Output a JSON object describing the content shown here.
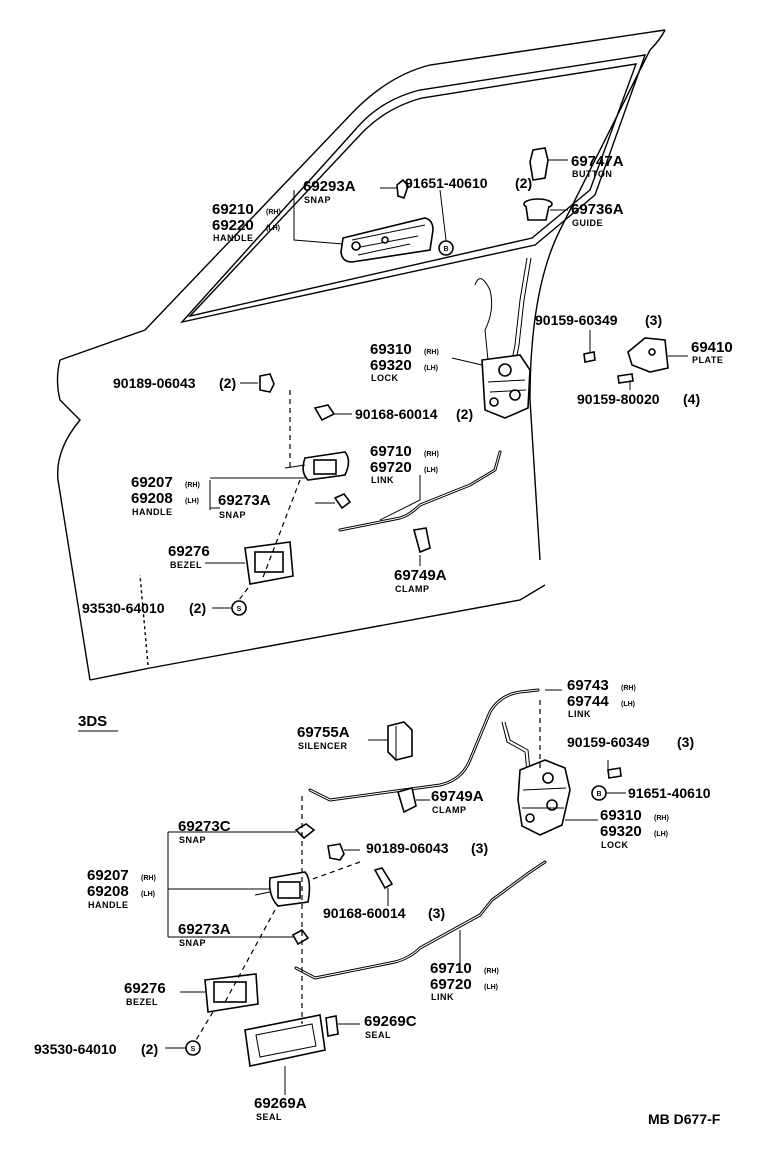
{
  "top": {
    "p69293A": {
      "pn": "69293A",
      "name": "SNAP"
    },
    "p91651_40610": {
      "pn": "91651-40610",
      "qty": "(2)"
    },
    "p69747A": {
      "pn": "69747A",
      "name": "BUTTON"
    },
    "p69736A": {
      "pn": "69736A",
      "name": "GUIDE"
    },
    "p69210": {
      "pn1": "69210",
      "sfx1": "(RH)",
      "pn2": "69220",
      "sfx2": "(LH)",
      "name": "HANDLE"
    },
    "p90159_60349": {
      "pn": "90159-60349",
      "qty": "(3)"
    },
    "p69410": {
      "pn": "69410",
      "name": "PLATE"
    },
    "p90159_80020": {
      "pn": "90159-80020",
      "qty": "(4)"
    },
    "p69310": {
      "pn1": "69310",
      "sfx1": "(RH)",
      "pn2": "69320",
      "sfx2": "(LH)",
      "name": "LOCK"
    },
    "p90189_06043": {
      "pn": "90189-06043",
      "qty": "(2)"
    },
    "p90168_60014": {
      "pn": "90168-60014",
      "qty": "(2)"
    },
    "p69710": {
      "pn1": "69710",
      "sfx1": "(RH)",
      "pn2": "69720",
      "sfx2": "(LH)",
      "name": "LINK"
    },
    "p69207": {
      "pn1": "69207",
      "sfx1": "(RH)",
      "pn2": "69208",
      "sfx2": "(LH)",
      "name": "HANDLE"
    },
    "p69273A": {
      "pn": "69273A",
      "name": "SNAP"
    },
    "p69276": {
      "pn": "69276",
      "name": "BEZEL"
    },
    "p69749A": {
      "pn": "69749A",
      "name": "CLAMP"
    },
    "p93530_64010": {
      "pn": "93530-64010",
      "qty": "(2)"
    }
  },
  "bottom": {
    "section_label": "3DS",
    "p69743": {
      "pn1": "69743",
      "sfx1": "(RH)",
      "pn2": "69744",
      "sfx2": "(LH)",
      "name": "LINK"
    },
    "p69755A": {
      "pn": "69755A",
      "name": "SILENCER"
    },
    "p90159_60349": {
      "pn": "90159-60349",
      "qty": "(3)"
    },
    "p69749A": {
      "pn": "69749A",
      "name": "CLAMP"
    },
    "p91651_40610": {
      "pn": "91651-40610"
    },
    "p69310": {
      "pn1": "69310",
      "sfx1": "(RH)",
      "pn2": "69320",
      "sfx2": "(LH)",
      "name": "LOCK"
    },
    "p69273C": {
      "pn": "69273C",
      "name": "SNAP"
    },
    "p90189_06043": {
      "pn": "90189-06043",
      "qty": "(3)"
    },
    "p69207": {
      "pn1": "69207",
      "sfx1": "(RH)",
      "pn2": "69208",
      "sfx2": "(LH)",
      "name": "HANDLE"
    },
    "p90168_60014": {
      "pn": "90168-60014",
      "qty": "(3)"
    },
    "p69273A": {
      "pn": "69273A",
      "name": "SNAP"
    },
    "p69710": {
      "pn1": "69710",
      "sfx1": "(RH)",
      "pn2": "69720",
      "sfx2": "(LH)",
      "name": "LINK"
    },
    "p69276": {
      "pn": "69276",
      "name": "BEZEL"
    },
    "p69269C": {
      "pn": "69269C",
      "name": "SEAL"
    },
    "p93530_64010": {
      "pn": "93530-64010",
      "qty": "(2)"
    },
    "p69269A": {
      "pn": "69269A",
      "name": "SEAL"
    }
  },
  "footer": {
    "code": "MB D677-F"
  }
}
